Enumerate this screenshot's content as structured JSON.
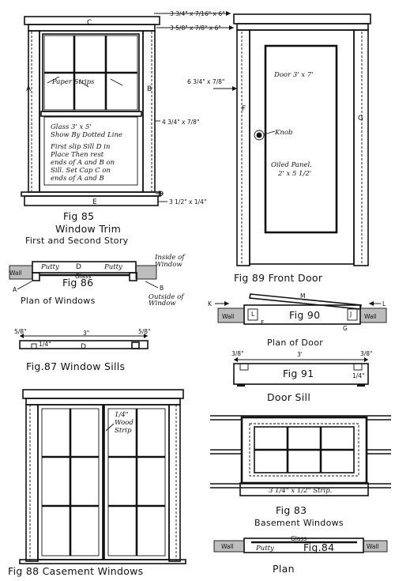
{
  "fig85": {
    "label_c": "C",
    "label_a": "A",
    "label_b": "B",
    "label_d": "D",
    "label_e": "E",
    "dim_top_1": "3 3/4\" x 7/16\" x 6\"",
    "dim_top_2": "3 5/8\" x 7/8\" x 6\"",
    "dim_side": "4 3/4\" x 7/8\"",
    "dim_sill": "3 1/2\" x 1/4\"",
    "paper_strips": "Paper Strips",
    "note": [
      "Glass 3' x 5'",
      "Show By Dotted Line",
      "First slip Sill D in",
      "Place Then rest",
      "ends of A and B on",
      "Sill. Set Cap C on",
      "ends of A and B"
    ],
    "title": "Fig 85",
    "title2": "Window Trim",
    "title3": "First and Second Story"
  },
  "fig86": {
    "wall": "Wall",
    "putty_l": "Putty",
    "putty_r": "Putty",
    "label_d": "D",
    "glass": "Glass",
    "inside": [
      "Inside of",
      "Window"
    ],
    "outside": [
      "Outside of",
      "Window"
    ],
    "label_a": "A",
    "label_b": "B",
    "title": "Fig 86",
    "title2": "Plan of Windows"
  },
  "fig87": {
    "dim_l": "5/8\"",
    "dim_mid": "3\"",
    "dim_r": "5/8\"",
    "dim_small": "1/4\"",
    "label_d": "D",
    "title": "Fig.87 Window Sills"
  },
  "fig88": {
    "strip_note": [
      "1/4\"",
      "Wood",
      "Strip"
    ],
    "title": "Fig 88 Casement Windows"
  },
  "fig89": {
    "dim_side": "6 3/4\" x 7/8\"",
    "label_f": "F",
    "label_g": "G",
    "door": "Door 3' x 7'",
    "knob": "Knob",
    "panel": [
      "Oiled Panel.",
      "2' x 5 1/2'"
    ],
    "title": "Fig 89 Front Door"
  },
  "fig90": {
    "label_k": "K",
    "label_m": "M",
    "label_l": "L",
    "wall_l": "Wall",
    "wall_r": "Wall",
    "label_l2": "L",
    "label_j": "J",
    "label_f": "F",
    "label_g": "G",
    "title": "Fig 90",
    "title2": "Plan of Door"
  },
  "fig91": {
    "dim_l": "3/8\"",
    "dim_mid": "3'",
    "dim_r": "3/8\"",
    "dim_side": "1/4\"",
    "title": "Fig 91",
    "title2": "Door Sill"
  },
  "fig83": {
    "strip": "3 1/4\" x 1/2\" Strip.",
    "title": "Fig 83",
    "title2": "Basement Windows"
  },
  "fig84": {
    "wall_l": "Wall",
    "wall_r": "Wall",
    "glass": "Glass",
    "putty": "Putty",
    "title": "Fig.84",
    "title2": "Plan"
  }
}
